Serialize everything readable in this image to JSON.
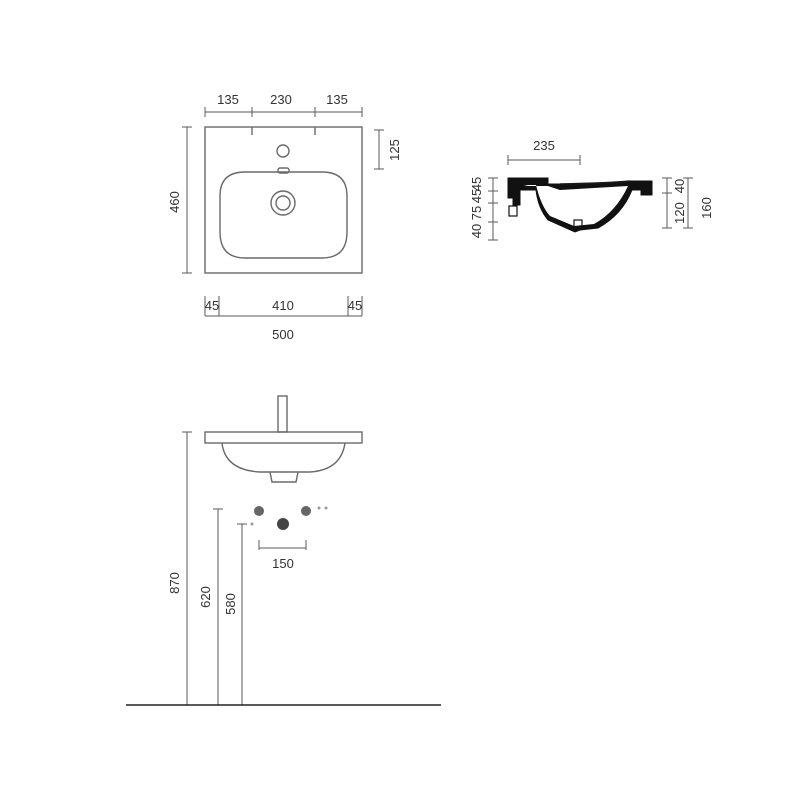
{
  "plan_view": {
    "top_dims": [
      "135",
      "230",
      "135"
    ],
    "depth": "460",
    "tap_hole_offset": "125",
    "bottom_dims": [
      "45",
      "410",
      "45"
    ],
    "width": "500"
  },
  "section_view": {
    "top_width": "235",
    "left_dims": [
      "45",
      "75",
      "45",
      "40"
    ],
    "right_dims": [
      "40",
      "120",
      "160"
    ]
  },
  "elevation_view": {
    "trap_spacing": "150",
    "heights": [
      "870",
      "620",
      "580"
    ]
  },
  "colors": {
    "line": "#5a5a5a",
    "outline": "#6a6a6a",
    "section_fill": "#111111",
    "text": "#333333"
  }
}
